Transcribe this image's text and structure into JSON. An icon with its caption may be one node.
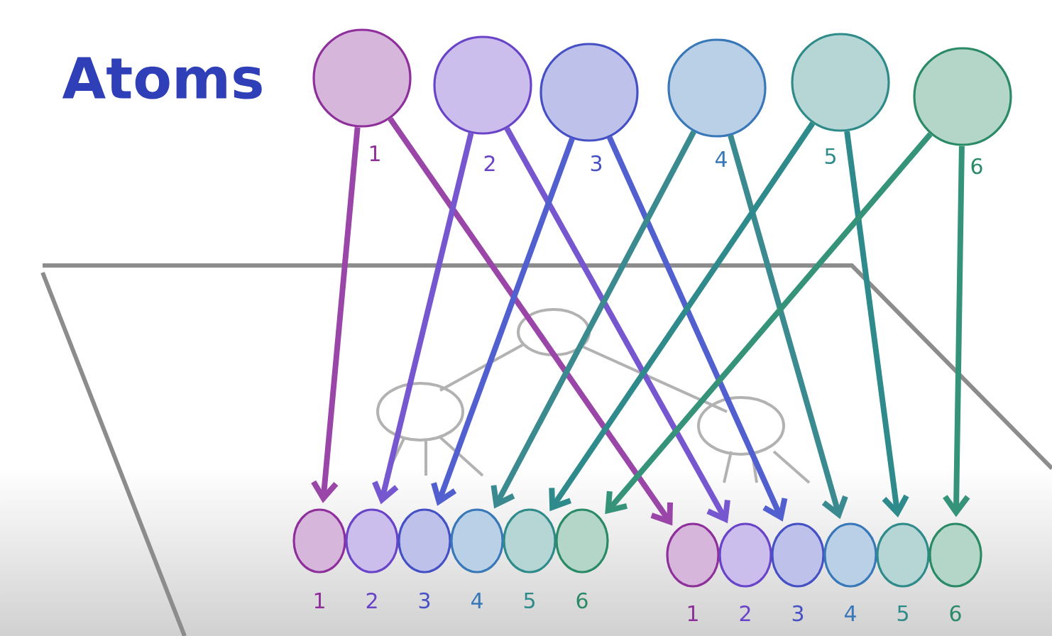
{
  "diagram": {
    "title": "Atoms",
    "nodes": [
      {
        "text": [],
        "shape": "circle",
        "beside": [
          "1"
        ]
      },
      {
        "text": [],
        "shape": "circle",
        "beside": [
          "2"
        ]
      },
      {
        "text": [],
        "shape": "circle",
        "beside": [
          "3"
        ]
      },
      {
        "text": [],
        "shape": "circle",
        "beside": [
          "4"
        ]
      },
      {
        "text": [],
        "shape": "circle",
        "beside": [
          "5"
        ]
      },
      {
        "text": [],
        "shape": "circle",
        "beside": [
          "6"
        ]
      },
      {
        "text": [],
        "shape": "circle",
        "beside": [
          "1"
        ]
      },
      {
        "text": [],
        "shape": "circle",
        "beside": [
          "2"
        ]
      },
      {
        "text": [],
        "shape": "circle",
        "beside": [
          "3"
        ]
      },
      {
        "text": [],
        "shape": "circle",
        "beside": [
          "4"
        ]
      },
      {
        "text": [],
        "shape": "circle",
        "beside": [
          "5"
        ]
      },
      {
        "text": [],
        "shape": "circle",
        "beside": [
          "6"
        ]
      },
      {
        "text": [],
        "shape": "circle",
        "beside": [
          "1"
        ]
      },
      {
        "text": [],
        "shape": "circle",
        "beside": [
          "2"
        ]
      },
      {
        "text": [],
        "shape": "circle",
        "beside": [
          "3"
        ]
      },
      {
        "text": [],
        "shape": "circle",
        "beside": [
          "4"
        ]
      },
      {
        "text": [],
        "shape": "circle",
        "beside": [
          "5"
        ]
      },
      {
        "text": [],
        "shape": "circle",
        "beside": [
          "6"
        ]
      }
    ],
    "edges": [
      {
        "from": 0,
        "to": 6,
        "arrow": "to",
        "color": "#9a45a8"
      },
      {
        "from": 0,
        "to": 12,
        "arrow": "to",
        "color": "#9a45a8"
      },
      {
        "from": 1,
        "to": 7,
        "arrow": "to",
        "color": "#7757cf"
      },
      {
        "from": 1,
        "to": 13,
        "arrow": "to",
        "color": "#7757cf"
      },
      {
        "from": 2,
        "to": 8,
        "arrow": "to",
        "color": "#5260cf"
      },
      {
        "from": 2,
        "to": 14,
        "arrow": "to",
        "color": "#5260cf"
      },
      {
        "from": 3,
        "to": 9,
        "arrow": "to",
        "color": "#3a8a90"
      },
      {
        "from": 3,
        "to": 15,
        "arrow": "to",
        "color": "#3a8a90"
      },
      {
        "from": 4,
        "to": 10,
        "arrow": "to",
        "color": "#2f8a8c"
      },
      {
        "from": 4,
        "to": 16,
        "arrow": "to",
        "color": "#2f8a8c"
      },
      {
        "from": 5,
        "to": 11,
        "arrow": "to",
        "color": "#35937a"
      },
      {
        "from": 5,
        "to": 17,
        "arrow": "to",
        "color": "#35937a"
      }
    ]
  }
}
